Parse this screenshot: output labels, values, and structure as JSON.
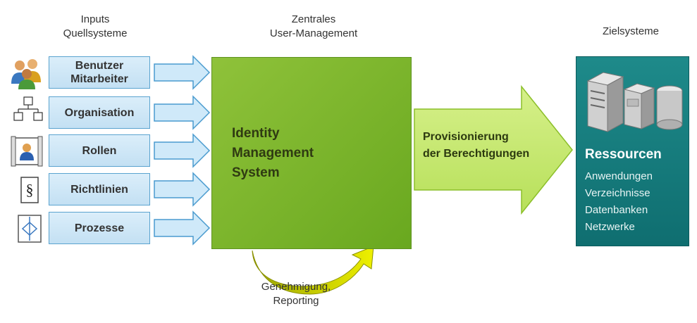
{
  "headers": {
    "inputs": [
      "Inputs",
      "Quellsysteme"
    ],
    "central": [
      "Zentrales",
      "User-Management"
    ],
    "targets": "Zielsysteme"
  },
  "sources": [
    {
      "lines": [
        "Benutzer",
        "Mitarbeiter"
      ],
      "icon": "users-icon"
    },
    {
      "lines": [
        "Organisation"
      ],
      "icon": "org-chart-icon"
    },
    {
      "lines": [
        "Rollen"
      ],
      "icon": "role-badge-icon"
    },
    {
      "lines": [
        "Richtlinien"
      ],
      "icon": "paragraph-icon"
    },
    {
      "lines": [
        "Prozesse"
      ],
      "icon": "process-icon"
    }
  ],
  "central_system": {
    "title": [
      "Identity",
      "Management",
      "System"
    ]
  },
  "provisioning": {
    "label": [
      "Provisionierung",
      "der Berechtigungen"
    ]
  },
  "target": {
    "icon": "servers-database-icon",
    "title": "Ressourcen",
    "items": [
      "Anwendungen",
      "Verzeichnisse",
      "Datenbanken",
      "Netzwerke"
    ]
  },
  "feedback": {
    "label": [
      "Genehmigung,",
      "Reporting"
    ]
  },
  "colors": {
    "source_box": "#c3e0f3",
    "source_border": "#5aa3cf",
    "central_box": "#7ab52c",
    "provision_arrow": "#c6ea6e",
    "target_box": "#157b7c",
    "feedback_arrow": "#d7d900"
  }
}
